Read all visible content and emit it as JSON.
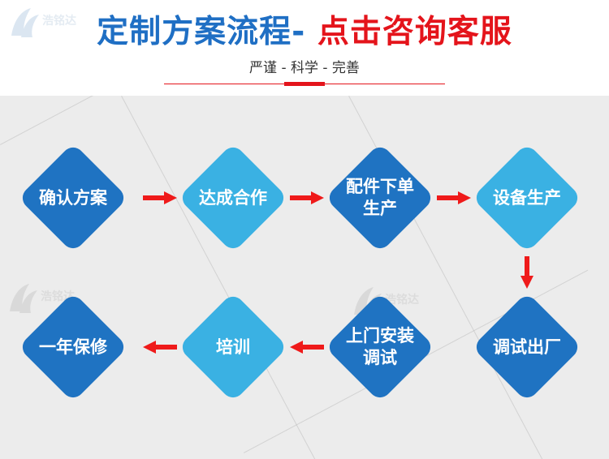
{
  "header": {
    "title_main": "定制方案流程-",
    "title_accent": "点击咨询客服",
    "subtitle": "严谨 - 科学 - 完善"
  },
  "colors": {
    "title_blue": "#1f6fc4",
    "accent_red": "#e4141b",
    "node_dark": "#1f73c2",
    "node_light": "#3ab1e3",
    "arrow_red": "#ef1a1a",
    "panel_bg": "#ececec"
  },
  "flow": {
    "steps": [
      {
        "lines": [
          "确认方案"
        ],
        "tone": "dark"
      },
      {
        "lines": [
          "达成合作"
        ],
        "tone": "light"
      },
      {
        "lines": [
          "配件下单",
          "生产"
        ],
        "tone": "dark"
      },
      {
        "lines": [
          "设备生产"
        ],
        "tone": "light"
      },
      {
        "lines": [
          "调试出厂"
        ],
        "tone": "dark"
      },
      {
        "lines": [
          "上门安装",
          "调试"
        ],
        "tone": "dark"
      },
      {
        "lines": [
          "培训"
        ],
        "tone": "light"
      },
      {
        "lines": [
          "一年保修"
        ],
        "tone": "dark"
      }
    ]
  }
}
